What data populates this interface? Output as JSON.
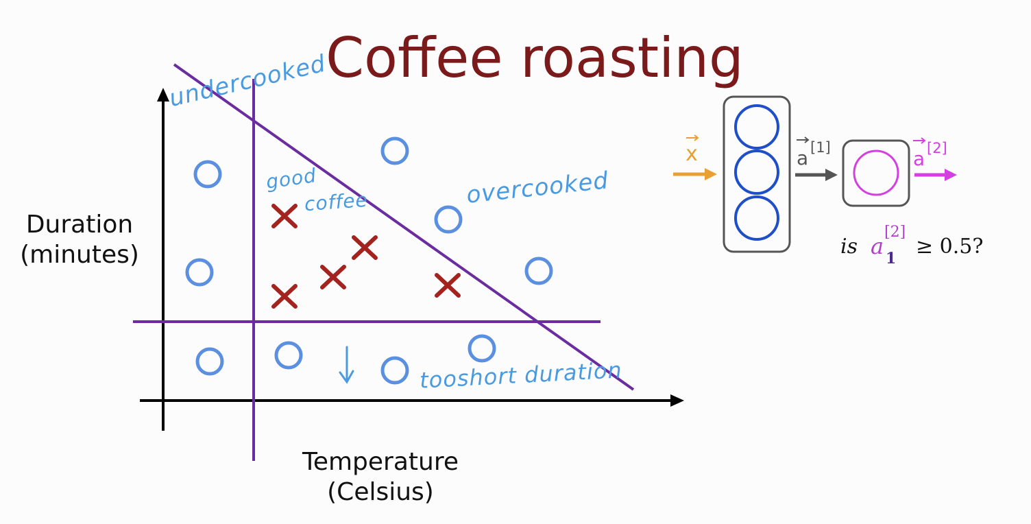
{
  "title": "Coffee roasting",
  "y_axis_label": [
    "Duration",
    "(minutes)"
  ],
  "x_axis_label": [
    "Temperature",
    "(Celsius)"
  ],
  "annotations": {
    "undercooked": "undercooked",
    "good_coffee": [
      "good",
      "coffee"
    ],
    "overcooked": "overcooked",
    "too_short_duration": "tooshort duration"
  },
  "network": {
    "input_label": "x",
    "hidden_output_label": "a",
    "hidden_output_sup": "[1]",
    "output_label": "a",
    "output_sup": "[2]",
    "hidden_units": 3,
    "output_units": 1
  },
  "question": {
    "prefix": "is ",
    "var": "a",
    "sub": "1",
    "sup": "[2]",
    "suffix": " ≥ 0.5?"
  },
  "colors": {
    "title": "#7b1a1a",
    "boundary": "#6a2c9f",
    "circle": "#5b8fe0",
    "cross": "#a3231f",
    "handwriting": "#4a9ae0",
    "input_arrow": "#eaa030",
    "hidden_arrow": "#555555",
    "output": "#d43fe0",
    "unit": "#1f4fc7"
  }
}
